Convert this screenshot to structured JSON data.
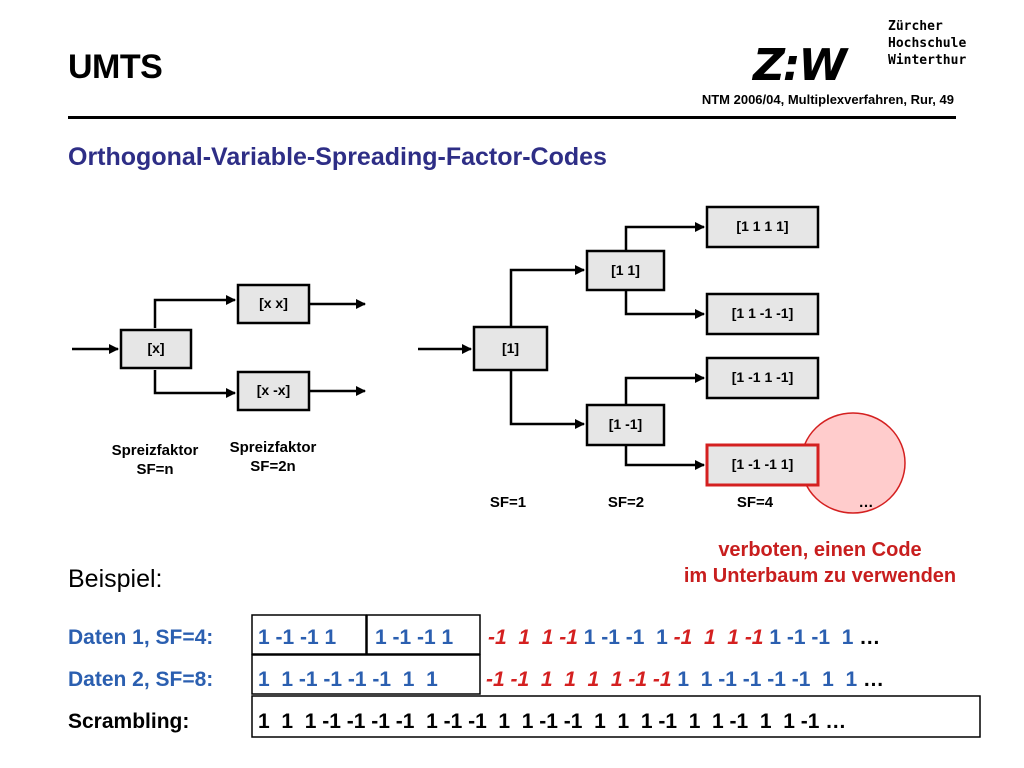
{
  "header": {
    "title": "UMTS",
    "slide_ref": "NTM 2006/04, Multiplexverfahren, Rur, 49",
    "logo_mark": "Z:W",
    "logo_lines": [
      "Zürcher",
      "Hochschule",
      "Winterthur"
    ]
  },
  "subtitle": "Orthogonal-Variable-Spreading-Factor-Codes",
  "general_tree": {
    "root": "[x]",
    "upper": "[x x]",
    "lower": "[x -x]",
    "sf_n": [
      "Spreizfaktor",
      "SF=n"
    ],
    "sf_2n": [
      "Spreizfaktor",
      "SF=2n"
    ]
  },
  "code_tree": {
    "root": "[1]",
    "level2": [
      "[1 1]",
      "[1 -1]"
    ],
    "level4": [
      "[1 1 1 1]",
      "[1 1 -1 -1]",
      "[1 -1 1 -1]",
      "[1 -1 -1 1]"
    ],
    "sf_labels": [
      "SF=1",
      "SF=2",
      "SF=4",
      "…"
    ]
  },
  "note": [
    "verboten, einen Code",
    "im Unterbaum zu verwenden"
  ],
  "example_label": "Beispiel:",
  "rows": [
    {
      "label": "Daten 1, SF=4:",
      "box1": "1 -1 -1  1",
      "box2": "1 -1 -1  1",
      "rest": [
        {
          "t": "-1  1  1 -1 ",
          "c": "red"
        },
        {
          "t": "1 -1 -1  1 ",
          "c": "blue"
        },
        {
          "t": "-1  1  1 -1 ",
          "c": "red"
        },
        {
          "t": "1 -1 -1  1 ",
          "c": "blue"
        },
        {
          "t": "…",
          "c": "blk"
        }
      ]
    },
    {
      "label": "Daten 2, SF=8:",
      "box1": "1  1 -1 -1 -1 -1  1  1",
      "rest": [
        {
          "t": "-1 -1  1  1  1  1 -1 -1 ",
          "c": "red"
        },
        {
          "t": "1  1 -1 -1 -1 -1  1  1 ",
          "c": "blue"
        },
        {
          "t": "…",
          "c": "blk"
        }
      ]
    },
    {
      "label": "Scrambling:",
      "box1": "1  1  1 -1 -1 -1 -1  1 -1 -1  1  1 -1 -1  1  1  1 -1  1  1 -1  1  1 -1 …"
    }
  ]
}
